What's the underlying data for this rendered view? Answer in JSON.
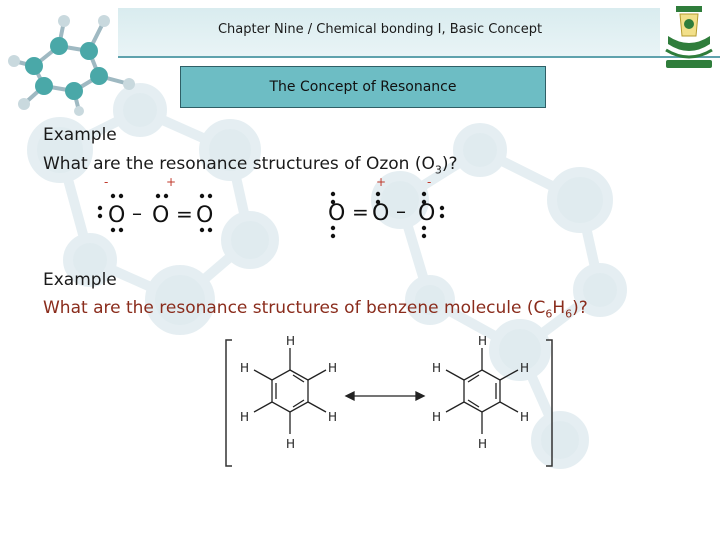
{
  "header": {
    "title": "Chapter Nine / Chemical bonding I, Basic Concept"
  },
  "concept_box": {
    "label": "The Concept of Resonance"
  },
  "example1": {
    "heading": "Example",
    "question_pre": "What are the resonance structures of Ozon (O",
    "question_sub": "3",
    "question_post": ")?",
    "structure_left": {
      "atoms": [
        "O",
        "O",
        "O"
      ],
      "bonds": [
        "–",
        "="
      ],
      "charges": [
        "-",
        "+",
        ""
      ]
    },
    "structure_right": {
      "atoms": [
        "O",
        "O",
        "O"
      ],
      "bonds": [
        "=",
        "–"
      ],
      "charges": [
        "",
        "+",
        "-"
      ]
    }
  },
  "example2": {
    "heading": "Example",
    "question_pre": "What are the resonance structures of benzene molecule (C",
    "question_sub1": "6",
    "question_mid": "H",
    "question_sub2": "6",
    "question_post": ")?",
    "atom_label": "H"
  },
  "colors": {
    "accent": "#6dbdc4",
    "header_line": "#5fa2ad",
    "question2": "#8a2c1c"
  },
  "icons": {
    "top_left": "molecule-model-icon",
    "top_right": "university-emblem-icon"
  }
}
